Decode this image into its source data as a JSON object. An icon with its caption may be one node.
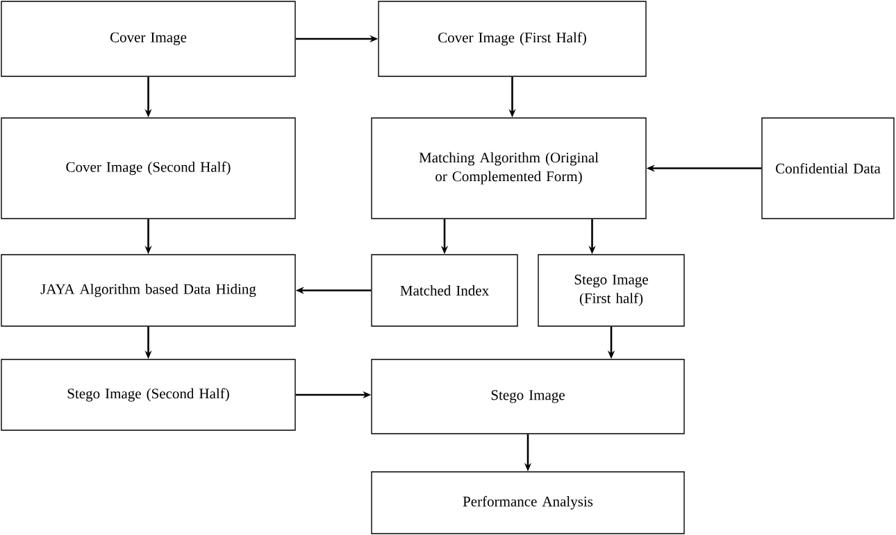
{
  "diagram": {
    "nodes": [
      {
        "text": [
          "Cover Image"
        ]
      },
      {
        "text": [
          "Cover Image (First Half)"
        ]
      },
      {
        "text": [
          "Cover Image (Second Half)"
        ]
      },
      {
        "text": [
          "Matching Algorithm (Original or Complemented Form)"
        ]
      },
      {
        "text": [
          "Confidential Data"
        ]
      },
      {
        "text": [
          "JAYA Algorithm based Data Hiding"
        ]
      },
      {
        "text": [
          "Matched Index"
        ]
      },
      {
        "text": [
          "Stego Image (First half)"
        ]
      },
      {
        "text": [
          "Stego Image (Second Half)"
        ]
      },
      {
        "text": [
          "Stego Image"
        ]
      },
      {
        "text": [
          "Performance Analysis"
        ]
      }
    ],
    "edges": [
      {
        "from": 0,
        "to": 1,
        "arrow": "to"
      },
      {
        "from": 0,
        "to": 2,
        "arrow": "to"
      },
      {
        "from": 1,
        "to": 3,
        "arrow": "to"
      },
      {
        "from": 4,
        "to": 3,
        "arrow": "to"
      },
      {
        "from": 2,
        "to": 5,
        "arrow": "to"
      },
      {
        "from": 3,
        "to": 6,
        "arrow": "to"
      },
      {
        "from": 3,
        "to": 7,
        "arrow": "to"
      },
      {
        "from": 6,
        "to": 5,
        "arrow": "to"
      },
      {
        "from": 7,
        "to": 9,
        "arrow": "to"
      },
      {
        "from": 5,
        "to": 8,
        "arrow": "to"
      },
      {
        "from": 8,
        "to": 9,
        "arrow": "to"
      },
      {
        "from": 9,
        "to": 10,
        "arrow": "to"
      }
    ]
  }
}
